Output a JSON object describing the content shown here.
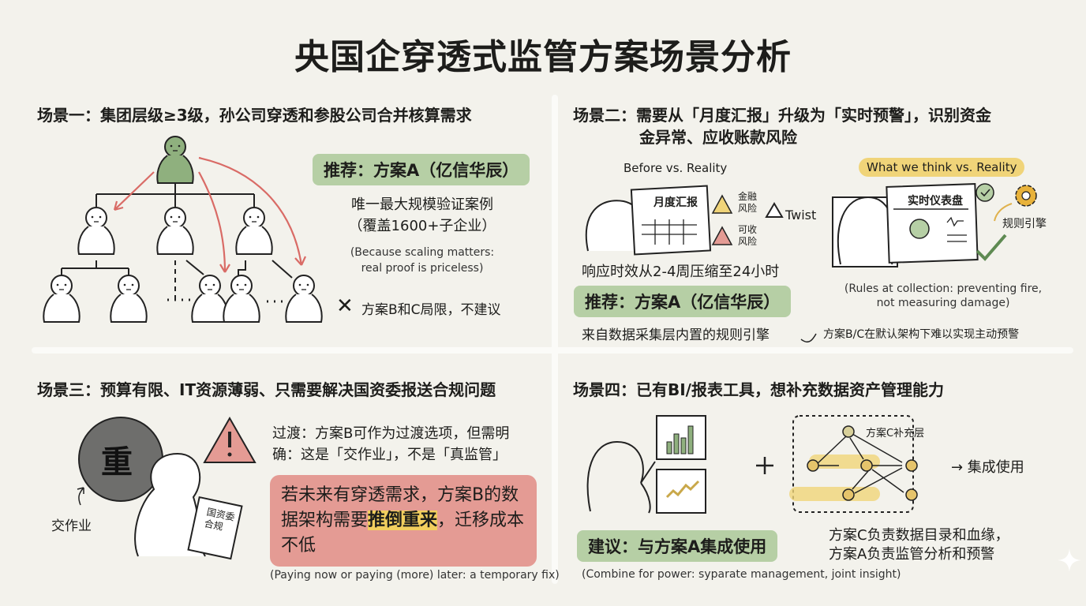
{
  "title": "央国企穿透式监管方案场景分析",
  "scenario1": {
    "heading": "场景一：集团层级≥3级，孙公司穿透和参股公司合并核算需求",
    "recommend": "推荐：方案A（亿信华辰）",
    "line1": "唯一最大规模验证案例",
    "line2": "（覆盖1600+子企业）",
    "en1": "(Because scaling matters:",
    "en2": "real proof is priceless)",
    "not_recommended": "方案B和C局限，不建议"
  },
  "scenario2": {
    "heading1": "场景二：需要从「月度汇报」升级为「实时预警」，识别资金",
    "heading2": "金异常、应收账款风险",
    "before_label": "Before vs. Reality",
    "think_label": "What we think vs. Reality",
    "doc_title": "月度汇报",
    "risk1": [
      "金融",
      "风险"
    ],
    "risk2": [
      "可收",
      "风险"
    ],
    "twist": "Twist",
    "dashboard_title": "实时仪表盘",
    "engine": "规则引擎",
    "response": "响应时效从2-4周压缩至24小时",
    "recommend": "推荐：方案A（亿信华辰）",
    "en1": "(Rules at collection: preventing fire,",
    "en2": "not measuring damage)",
    "source": "来自数据采集层内置的规则引擎",
    "note": "方案B/C在默认架构下难以实现主动预警"
  },
  "scenario3": {
    "heading": "场景三：预算有限、IT资源薄弱、只需要解决国资委报送合规问题",
    "weight": "重",
    "homework": "交作业",
    "paper": [
      "国资委",
      "合规"
    ],
    "text1": "过渡：方案B可作为过渡选项，但需明",
    "text2": "确：这是「交作业」，不是「真监管」",
    "warn_pre": "若未来有穿透需求，方案B的数据架构需要",
    "warn_hl": "推倒重来",
    "warn_post": "，迁移成本不低",
    "en": "(Paying now or paying (more) later: a temporary fix)"
  },
  "scenario4": {
    "heading": "场景四：已有BI/报表工具，想补充数据资产管理能力",
    "layer": "方案C补充层",
    "integrate": "→ 集成使用",
    "desc1": "方案C负责数据目录和血缘，",
    "desc2": "方案A负责监管分析和预警",
    "suggest": "建议：与方案A集成使用",
    "en": "(Combine for power: syparate management, joint insight)"
  },
  "colors": {
    "green": "#b6cfa5",
    "person_green": "#8fb07e",
    "red": "#d96b66",
    "yellow": "#f0d479",
    "red_box": "#e49b94"
  }
}
